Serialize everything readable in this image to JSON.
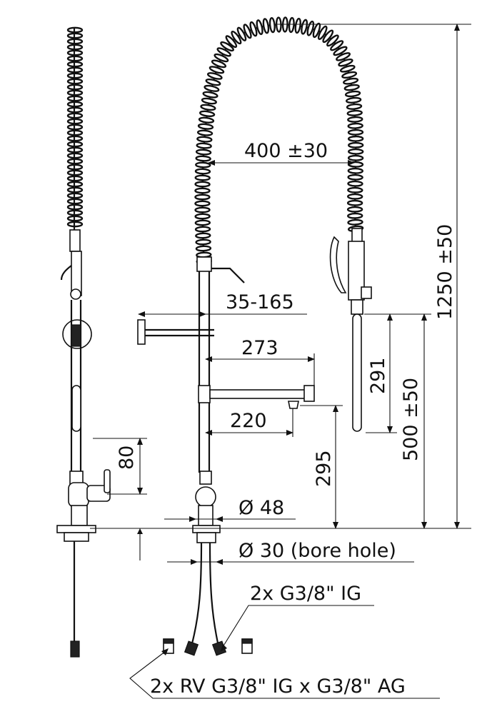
{
  "dimensions": {
    "hose_width": "400 ±30",
    "wall_bracket": "35-165",
    "spout_reach": "273",
    "spout_outlet": "220",
    "handle_height": "80",
    "total_height": "1250 ±50",
    "spray_drop": "291",
    "spray_height": "500 ±50",
    "spout_height": "295",
    "body_diameter": "Ø 48",
    "bore_hole": "Ø 30 (bore hole)"
  },
  "callouts": {
    "connection_hoses": "2x G3/8\" IG",
    "check_valves": "2x RV G3/8\" IG x G3/8\" AG"
  },
  "colors": {
    "line": "#111111",
    "background": "#ffffff"
  }
}
